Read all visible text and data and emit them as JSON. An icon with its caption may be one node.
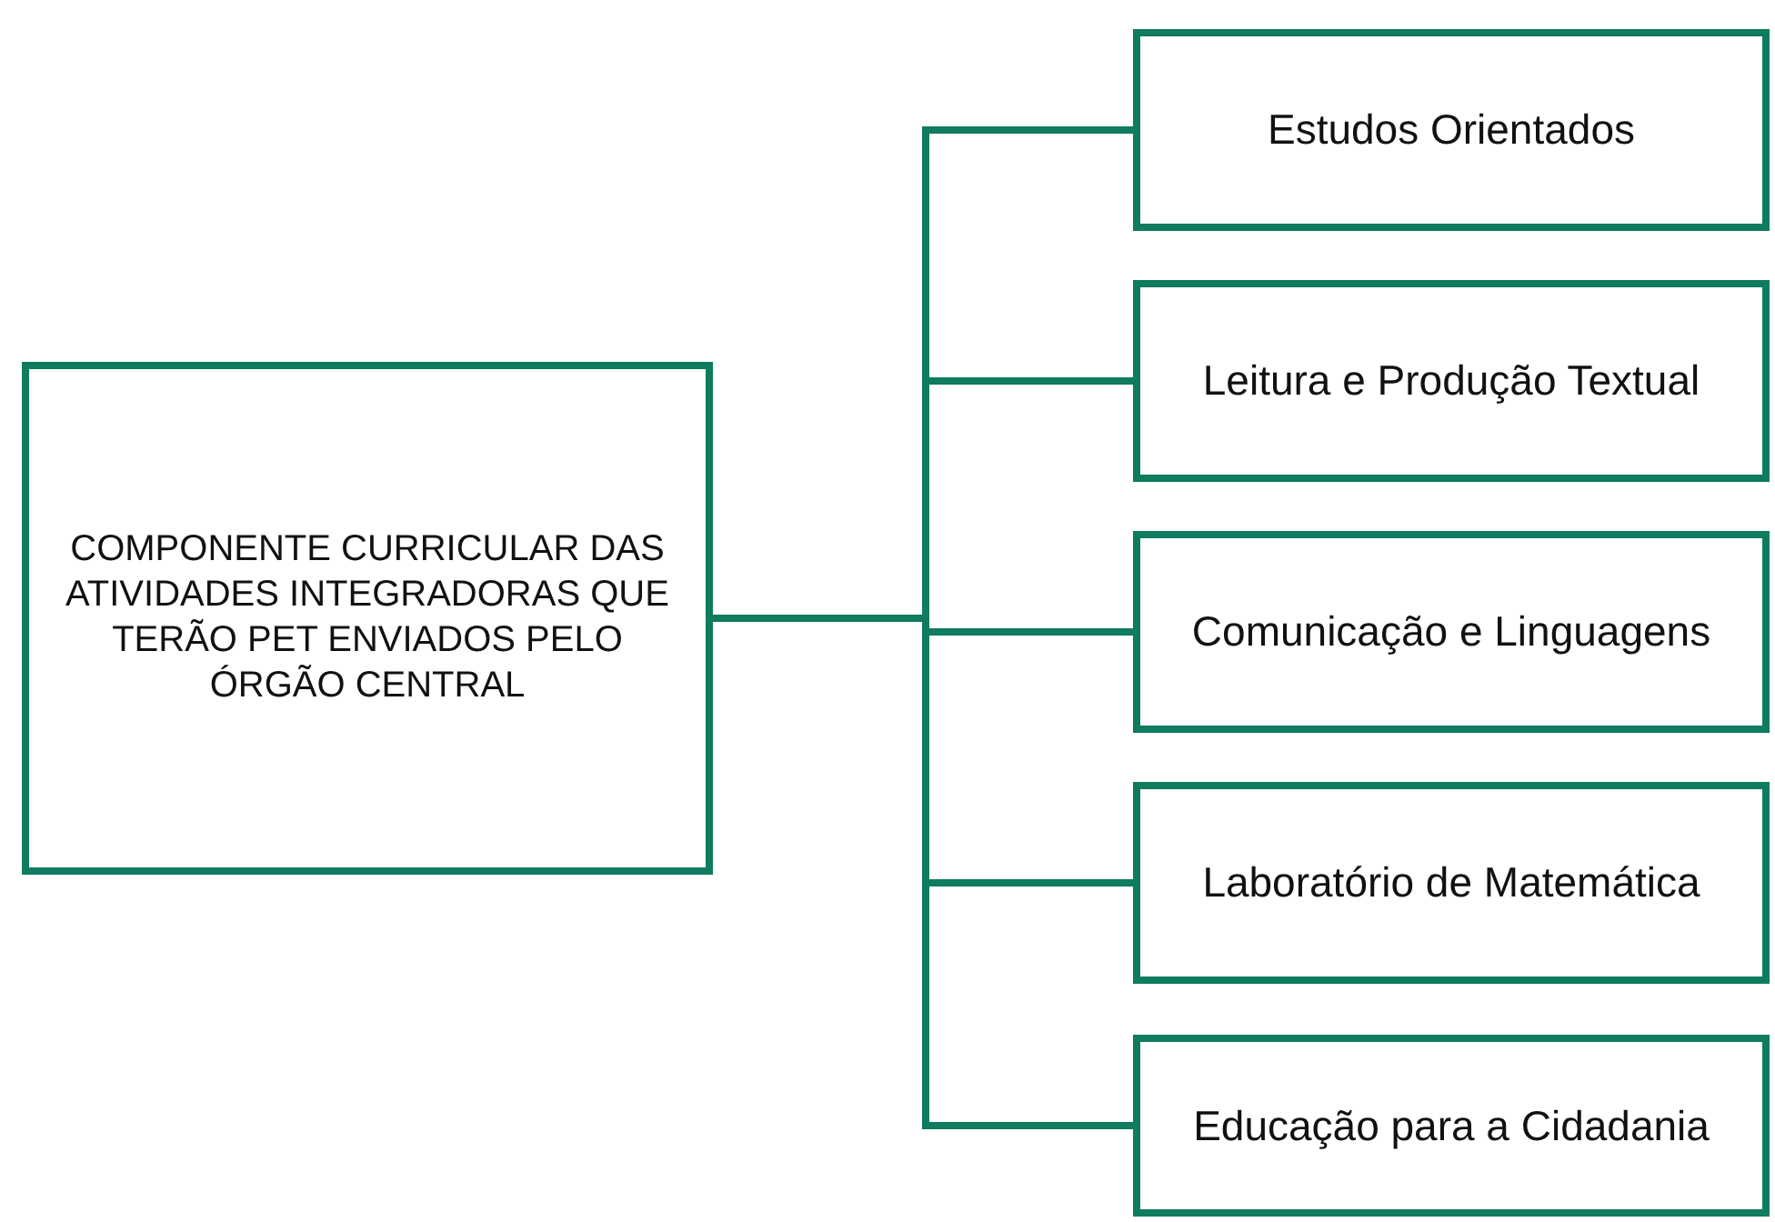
{
  "diagram": {
    "nodes": [
      {
        "text": [
          "COMPONENTE CURRICULAR DAS ATIVIDADES INTEGRADORAS QUE TERÃO PET ENVIADOS PELO ÓRGÃO CENTRAL"
        ]
      },
      {
        "text": [
          "Estudos Orientados"
        ]
      },
      {
        "text": [
          "Leitura e Produção Textual"
        ]
      },
      {
        "text": [
          "Comunicação e Linguagens"
        ]
      },
      {
        "text": [
          "Laboratório de Matemática"
        ]
      },
      {
        "text": [
          "Educação para a Cidadania"
        ]
      }
    ],
    "edges": [
      {
        "from": 0,
        "to": 1,
        "arrow": "none"
      },
      {
        "from": 0,
        "to": 2,
        "arrow": "none"
      },
      {
        "from": 0,
        "to": 3,
        "arrow": "none"
      },
      {
        "from": 0,
        "to": 4,
        "arrow": "none"
      },
      {
        "from": 0,
        "to": 5,
        "arrow": "none"
      }
    ]
  }
}
